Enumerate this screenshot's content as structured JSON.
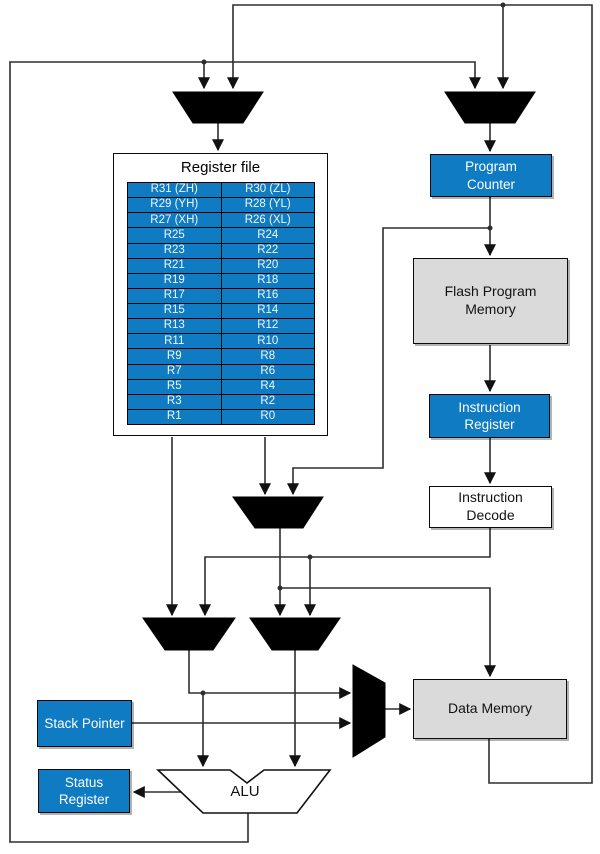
{
  "colors": {
    "accent_blue": "#0e7bc2",
    "box_gray": "#dadada",
    "wire": "#2e2e2e",
    "mux_black": "#000000"
  },
  "register_file": {
    "title": "Register file",
    "rows": [
      {
        "left": "R31 (ZH)",
        "right": "R30 (ZL)"
      },
      {
        "left": "R29 (YH)",
        "right": "R28 (YL)"
      },
      {
        "left": "R27 (XH)",
        "right": "R26 (XL)"
      },
      {
        "left": "R25",
        "right": "R24"
      },
      {
        "left": "R23",
        "right": "R22"
      },
      {
        "left": "R21",
        "right": "R20"
      },
      {
        "left": "R19",
        "right": "R18"
      },
      {
        "left": "R17",
        "right": "R16"
      },
      {
        "left": "R15",
        "right": "R14"
      },
      {
        "left": "R13",
        "right": "R12"
      },
      {
        "left": "R11",
        "right": "R10"
      },
      {
        "left": "R9",
        "right": "R8"
      },
      {
        "left": "R7",
        "right": "R6"
      },
      {
        "left": "R5",
        "right": "R4"
      },
      {
        "left": "R3",
        "right": "R2"
      },
      {
        "left": "R1",
        "right": "R0"
      }
    ]
  },
  "blocks": {
    "program_counter": "Program Counter",
    "flash_program_memory": "Flash Program Memory",
    "instruction_register": "Instruction Register",
    "instruction_decode": "Instruction Decode",
    "data_memory": "Data Memory",
    "stack_pointer": "Stack Pointer",
    "status_register": "Status Register",
    "alu": "ALU"
  }
}
